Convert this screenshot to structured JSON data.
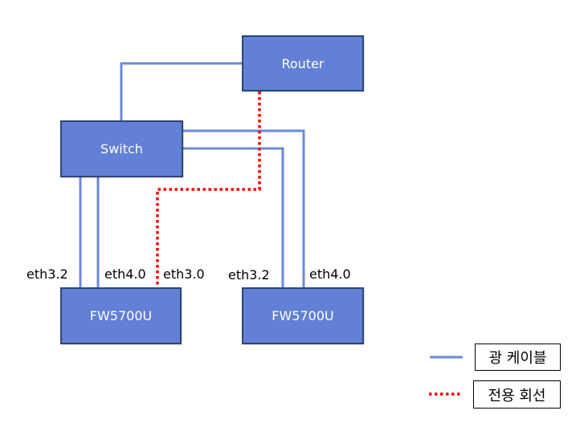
{
  "colors": {
    "node_fill": "#6180d6",
    "node_border": "#2f4577",
    "fiber_line": "#6a8ad8",
    "leased_line": "#ff0000"
  },
  "nodes": {
    "router": {
      "label": "Router"
    },
    "switch": {
      "label": "Switch"
    },
    "fw_left": {
      "label": "FW5700U"
    },
    "fw_right": {
      "label": "FW5700U"
    }
  },
  "ports": {
    "fw_left_eth32": "eth3.2",
    "fw_left_eth40": "eth4.0",
    "fw_left_eth30": "eth3.0",
    "fw_right_eth32": "eth3.2",
    "fw_right_eth40": "eth4.0"
  },
  "connections": [
    {
      "from": "switch",
      "to": "router",
      "type": "fiber"
    },
    {
      "from": "switch",
      "to": "fw_left",
      "port": "eth3.2",
      "type": "fiber"
    },
    {
      "from": "switch",
      "to": "fw_left",
      "port": "eth4.0",
      "type": "fiber"
    },
    {
      "from": "router",
      "to": "fw_left",
      "port": "eth3.0",
      "type": "leased"
    },
    {
      "from": "switch",
      "to": "fw_right",
      "port": "eth3.2",
      "type": "fiber"
    },
    {
      "from": "switch",
      "to": "fw_right",
      "port": "eth4.0",
      "type": "fiber"
    }
  ],
  "legend": {
    "fiber": "광 케이블",
    "leased": "전용 회선"
  }
}
